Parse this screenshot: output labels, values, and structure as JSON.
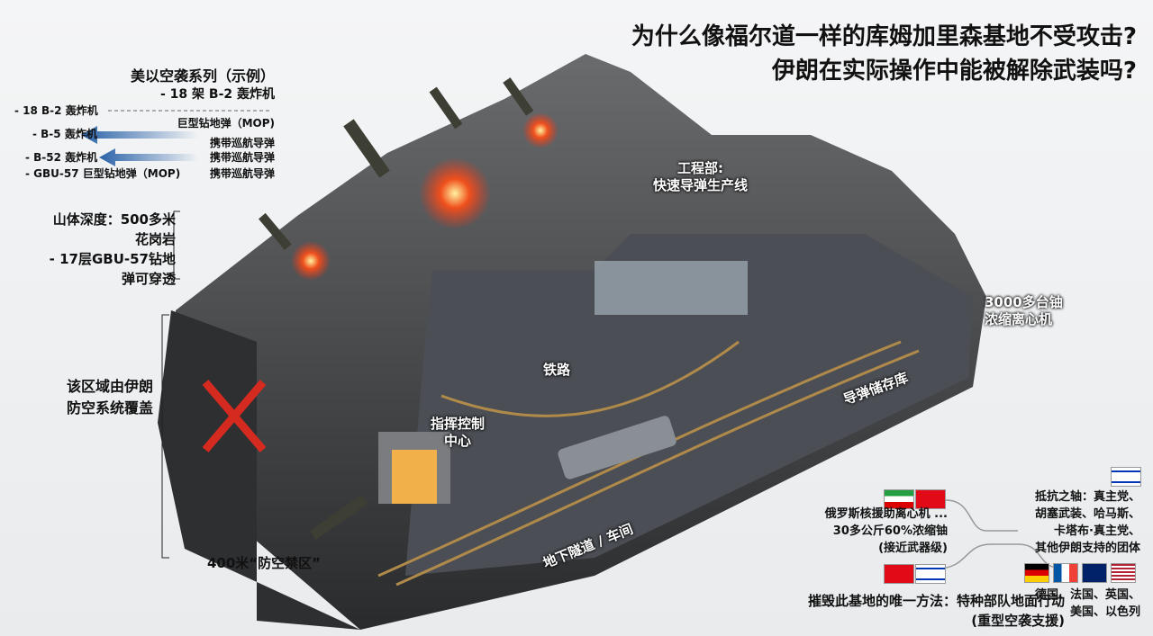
{
  "title": {
    "line1": "为什么像福尔道一样的库姆加里森基地不受攻击?",
    "line2": "伊朗在实际操作中能被解除武装吗?"
  },
  "strike_panel": {
    "heading": "美以空袭系列（示例）",
    "sub": "- 18 架 B-2 轰炸机",
    "items": [
      {
        "left": "- 18 B-2 轰炸机",
        "right": "巨型钻地弹（MOP)"
      },
      {
        "left": "- B-5 轰炸机",
        "right": "携带巡航导弹"
      },
      {
        "left": "- B-52 轰炸机",
        "right": "携带巡航导弹"
      },
      {
        "left": "- GBU-57 巨型钻地弹（MOP)",
        "right": "携带巡航导弹"
      }
    ]
  },
  "depth": {
    "lines": [
      "山体深度：500多米",
      "花岗岩",
      "- 17层GBU-57钻地",
      "弹可穿透"
    ]
  },
  "air_defense": {
    "lines": [
      "该区域由伊朗",
      "防空系统覆盖"
    ]
  },
  "no_fly": "400米“防空禁区”",
  "engineering": {
    "lines": [
      "工程部:",
      "快速导弹生产线"
    ]
  },
  "centrifuges": {
    "lines": [
      "3000多台铀",
      "浓缩离心机"
    ]
  },
  "railway": "铁路",
  "command": {
    "lines": [
      "指挥控制",
      "中心"
    ]
  },
  "missile_storage": "导弹储存库",
  "tunnel": "地下隧道 / 车间",
  "russia": {
    "lines": [
      "俄罗斯核援助离心机 ...",
      "30多公斤60%浓缩铀",
      "(接近武器级)"
    ]
  },
  "axis": {
    "lines": [
      "抵抗之轴：真主党、",
      "胡塞武装、哈马斯、",
      "卡塔布·真主党、",
      "其他伊朗支持的团体"
    ]
  },
  "only_way": {
    "lines": [
      "摧毁此基地的唯一方法：特种部队地面行动",
      "(重型空袭支援)"
    ]
  },
  "allies": {
    "lines": [
      "德国、法国、英国、",
      "美国、以色列"
    ]
  },
  "colors": {
    "rock": "#3a3b3d",
    "fire": "#e8381c",
    "arrow": "#2a62a8",
    "x_mark": "#d42a1f"
  }
}
